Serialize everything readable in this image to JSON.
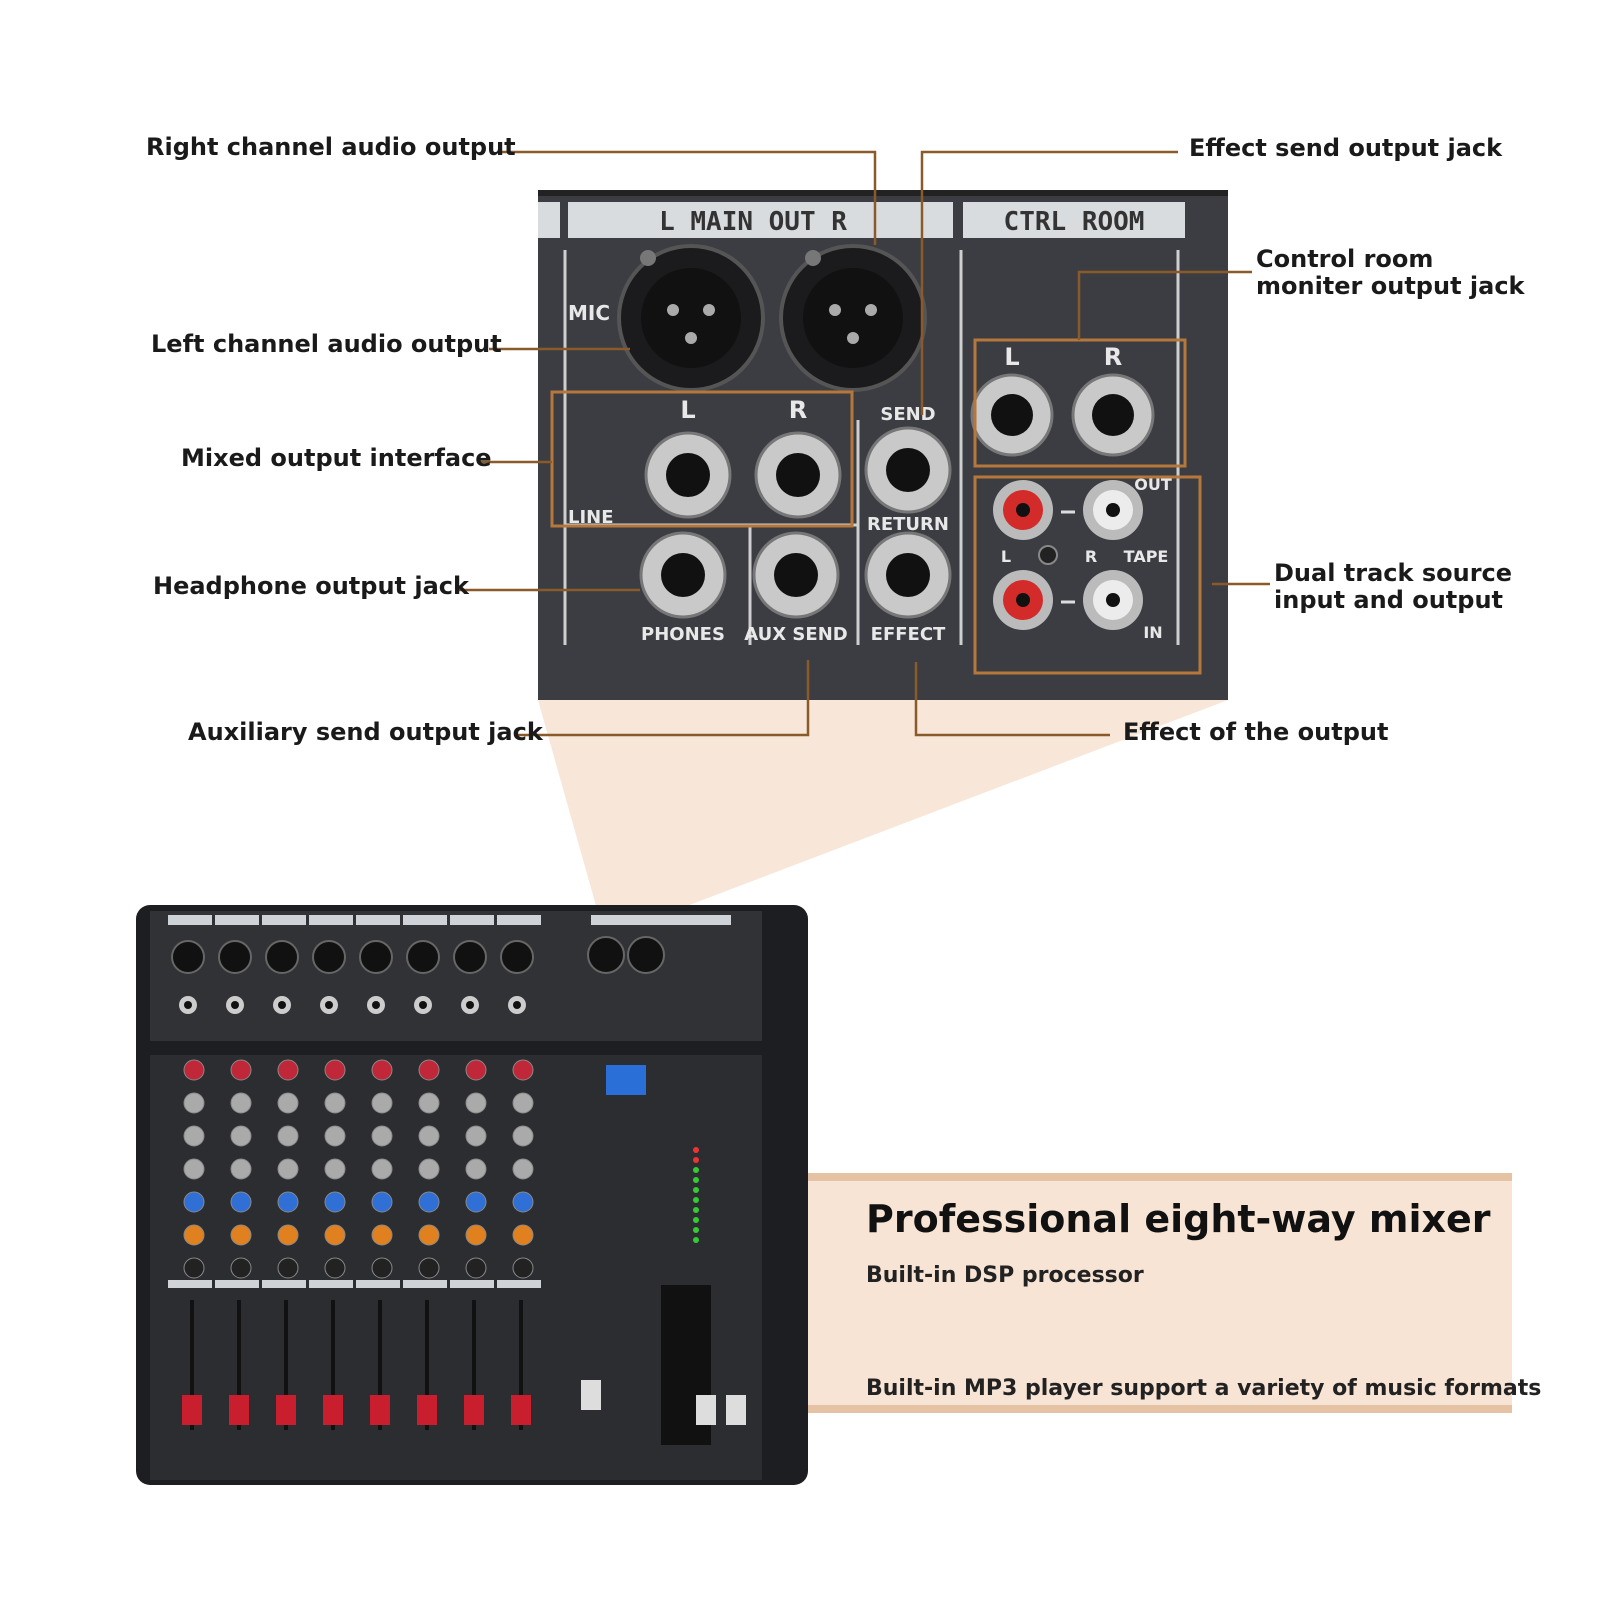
{
  "callouts": {
    "right_channel": "Right channel audio output",
    "left_channel": "Left channel audio output",
    "mixed_output": "Mixed output interface",
    "headphone": "Headphone output jack",
    "aux_send": "Auxiliary send output jack",
    "effect_send": "Effect send output jack",
    "control_room": "Control room moniter output jack",
    "dual_track": "Dual track source input and output",
    "effect_output": "Effect of the output"
  },
  "panel": {
    "main_out_header": "L MAIN OUT R",
    "ctrl_room_header": "CTRL ROOM",
    "mic_label": "MIC",
    "line_label": "LINE",
    "l_label": "L",
    "r_label": "R",
    "send_label": "SEND",
    "return_label": "RETURN",
    "phones_label": "PHONES",
    "aux_send_label": "AUX SEND",
    "effect_label": "EFFECT",
    "out_label": "OUT",
    "tape_label": "TAPE",
    "in_label": "IN"
  },
  "banner": {
    "title": "Professional eight-way mixer",
    "subtitle1": "Built-in DSP processor",
    "subtitle2": "Built-in MP3 player support a variety of music formats"
  },
  "colors": {
    "leader_line": "#8a5a2b",
    "callout_box": "#b5773c",
    "banner_band": "#f7e4d4",
    "banner_rule": "#e6c2a4",
    "panel_bg": "#3a3c40",
    "knob_red": "#c0283a",
    "knob_blue": "#2f6fd6",
    "knob_orange": "#e0801e"
  }
}
